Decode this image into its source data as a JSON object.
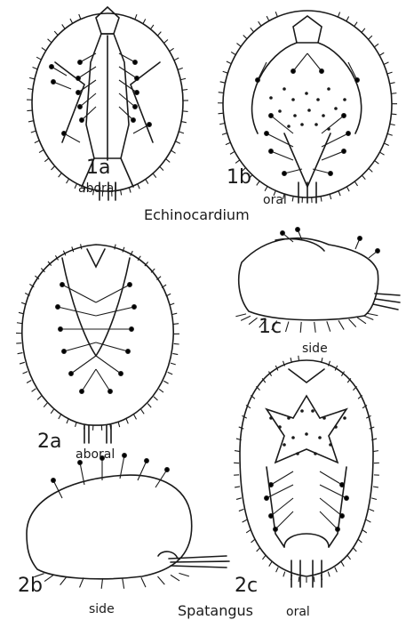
{
  "labels": {
    "fig_1a": "1a",
    "fig_1b": "1b",
    "fig_1c": "1c",
    "fig_2a": "2a",
    "fig_2b": "2b",
    "fig_2c": "2c",
    "view_1a": "aboral",
    "view_1b": "oral",
    "view_1c": "side",
    "view_2a": "aboral",
    "view_2b": "side",
    "view_2c": "oral",
    "genus_1": "Echinocardium",
    "genus_2": "Spatangus"
  },
  "colors": {
    "ink": "#1a1a1a",
    "paper": "#ffffff"
  }
}
